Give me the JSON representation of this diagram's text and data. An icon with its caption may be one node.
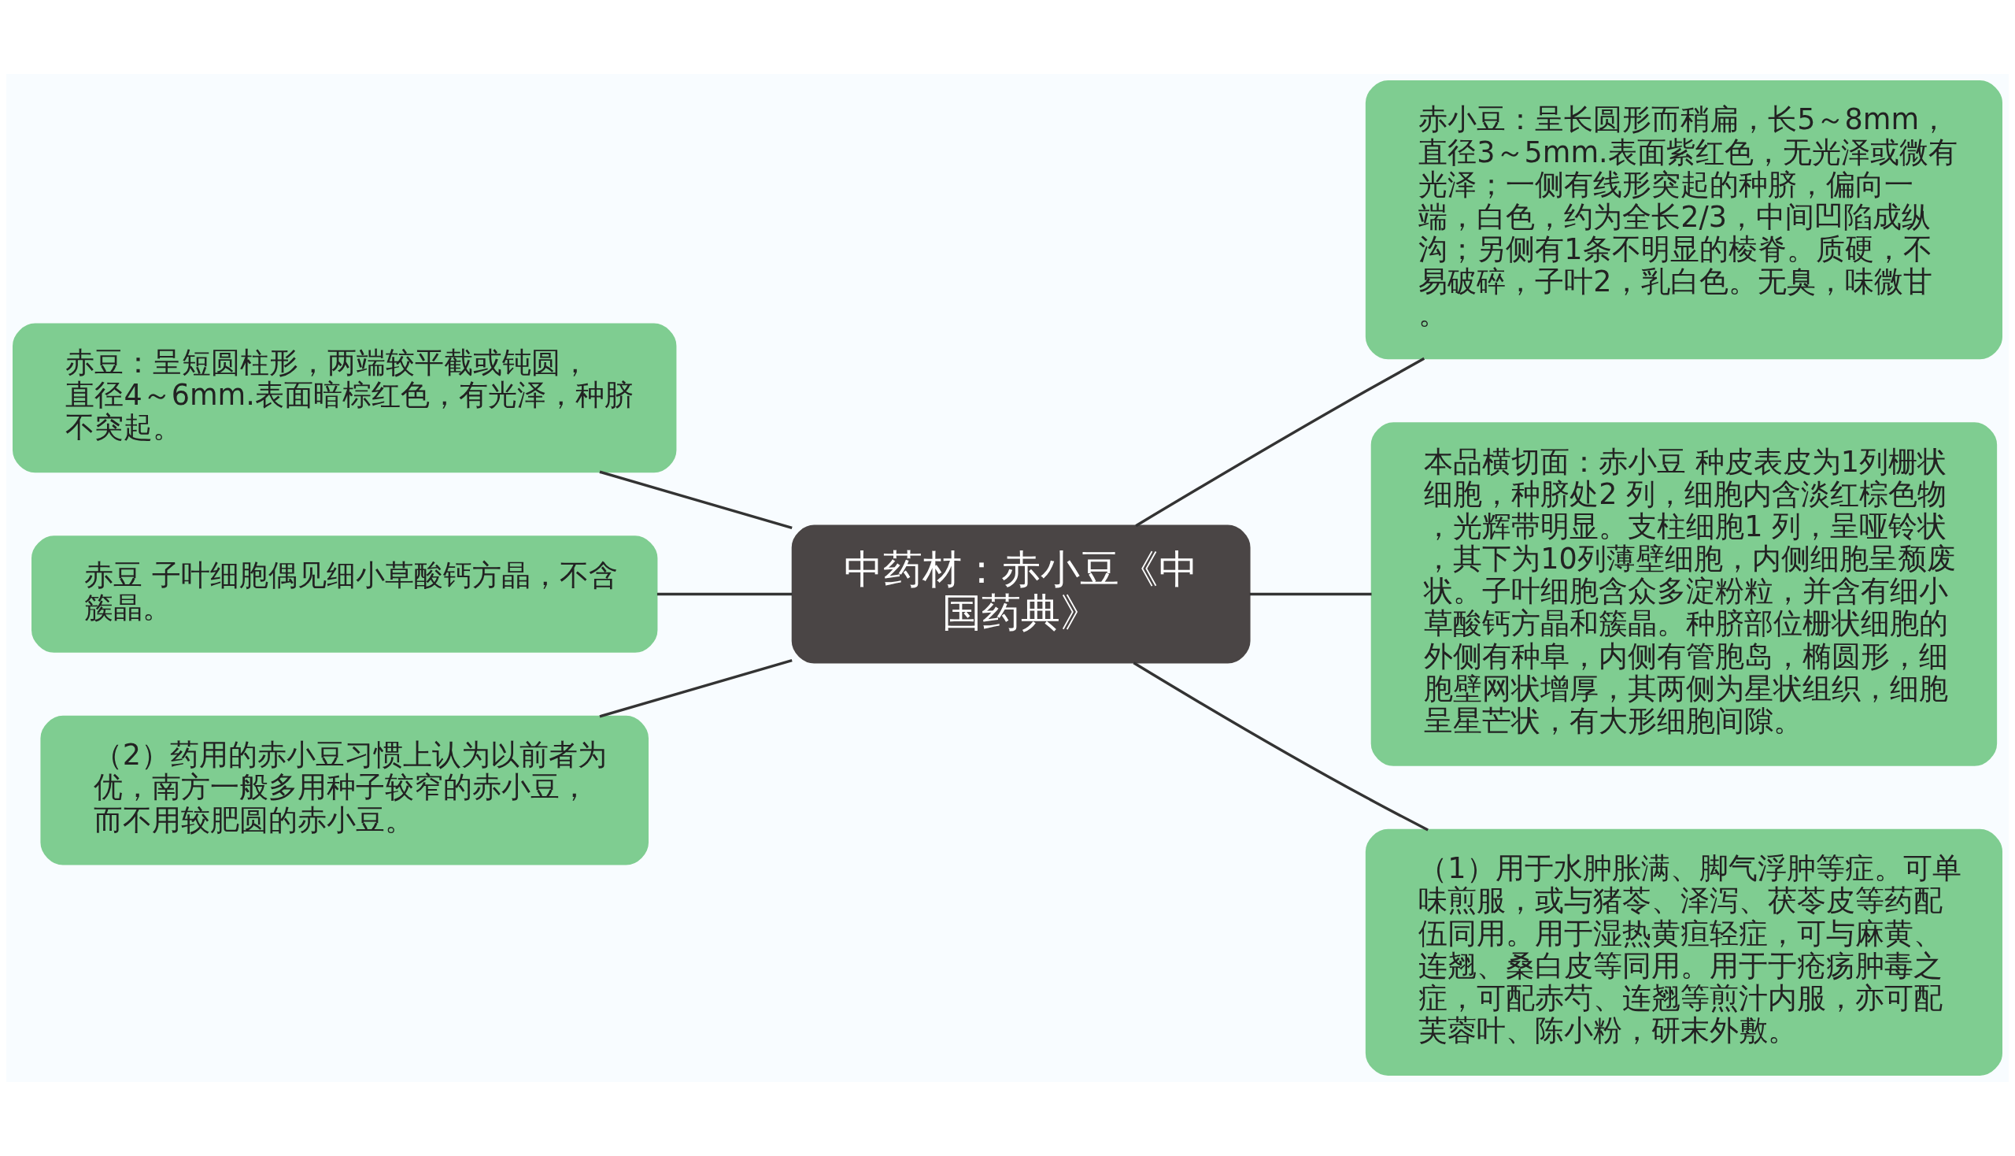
{
  "diagram": {
    "nodes": [
      {
        "text": [
          "中药材：赤小豆《中国药典》"
        ]
      },
      {
        "text": [
          "赤小豆：呈长圆形而稍扁，长5～8mm，直径3～5mm.表面紫红色，无光泽或微有光泽；一侧有线形突起的种脐，偏向一端，白色，约为全长2/3，中间凹陷成纵沟；另侧有1条不明显的棱脊。质硬，不易破碎，子叶2，乳白色。无臭，味微甘。"
        ]
      },
      {
        "text": [
          "本品横切面：赤小豆 种皮表皮为1列栅状细胞，种脐处2 列，细胞内含淡红棕色物，光辉带明显。支柱细胞1 列，呈哑铃状，其下为10列薄壁细胞，内侧细胞呈颓废状。子叶细胞含众多淀粉粒，并含有细小草酸钙方晶和簇晶。种脐部位栅状细胞的外侧有种阜，内侧有管胞岛，椭圆形，细胞壁网状增厚，其两侧为星状组织，细胞呈星芒状，有大形细胞间隙。"
        ]
      },
      {
        "text": [
          "（1）用于水肿胀满、脚气浮肿等症。可单味煎服，或与猪苓、泽泻、茯苓皮等药配伍同用。用于湿热黄疸轻症，可与麻黄、连翘、桑白皮等同用。用于于疮疡肿毒之症，可配赤芍、连翘等煎汁内服，亦可配芙蓉叶、陈小粉，研末外敷。"
        ]
      },
      {
        "text": [
          "赤豆：呈短圆柱形，两端较平截或钝圆，直径4～6mm.表面暗棕红色，有光泽，种脐不突起。"
        ]
      },
      {
        "text": [
          "赤豆 子叶细胞偶见细小草酸钙方晶，不含簇晶。"
        ]
      },
      {
        "text": [
          "（2）药用的赤小豆习惯上认为以前者为优，南方一般多用种子较窄的赤小豆，而不用较肥圆的赤小豆。"
        ]
      }
    ],
    "edges": [
      {
        "from": 0,
        "to": 1,
        "arrow": "none"
      },
      {
        "from": 0,
        "to": 2,
        "arrow": "none"
      },
      {
        "from": 0,
        "to": 3,
        "arrow": "none"
      },
      {
        "from": 0,
        "to": 4,
        "arrow": "none"
      },
      {
        "from": 0,
        "to": 5,
        "arrow": "none"
      },
      {
        "from": 0,
        "to": 6,
        "arrow": "none"
      }
    ]
  }
}
